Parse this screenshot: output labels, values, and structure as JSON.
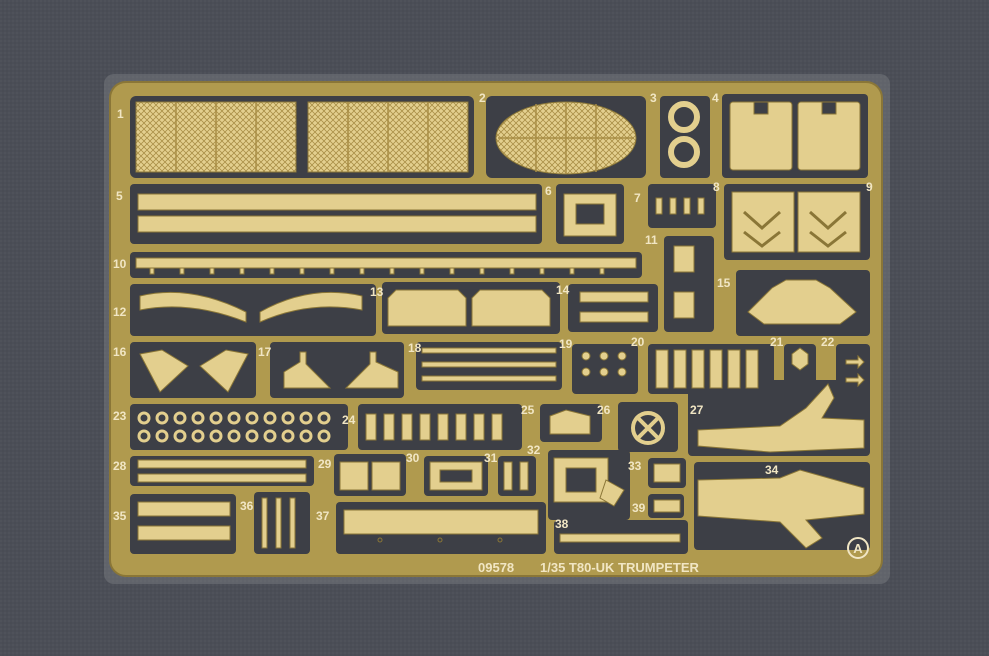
{
  "fret": {
    "part_numbers": [
      "1",
      "2",
      "3",
      "4",
      "5",
      "6",
      "7",
      "8",
      "9",
      "10",
      "11",
      "12",
      "13",
      "14",
      "15",
      "16",
      "17",
      "18",
      "19",
      "20",
      "21",
      "22",
      "23",
      "24",
      "25",
      "26",
      "27",
      "28",
      "29",
      "30",
      "31",
      "32",
      "33",
      "34",
      "35",
      "36",
      "37",
      "38",
      "39"
    ],
    "sheet_code": "09578",
    "kit_label": "1/35 T80-UK TRUMPETER",
    "sheet_letter": "A"
  },
  "colors": {
    "background": "#4b4e57",
    "fret": "#b09a4e",
    "part": "#e3cf8e",
    "part_shadow": "#8a7637",
    "label": "#f1e6c4",
    "cutout": "#3d3f46"
  }
}
